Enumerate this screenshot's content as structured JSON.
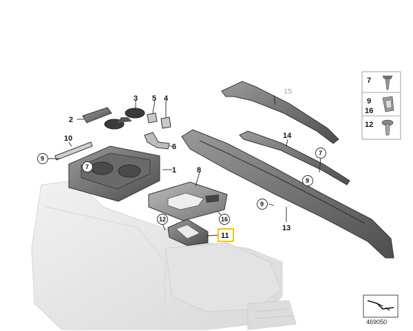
{
  "callouts": {
    "c1": "1",
    "c2": "2",
    "c3": "3",
    "c4": "4",
    "c5": "5",
    "c6": "6",
    "c8": "8",
    "c10": "10",
    "c11": "11",
    "c13": "13",
    "c14": "14",
    "c15": "15"
  },
  "circled": {
    "c7a": "7",
    "c7b": "7",
    "c9a": "9",
    "c9b": "9",
    "c9c": "9",
    "c12": "12",
    "c16": "16"
  },
  "legend": {
    "r1": "7",
    "r2a": "9",
    "r2b": "16",
    "r3": "12"
  },
  "ref_number": "469050",
  "colors": {
    "highlight": "#f2c500",
    "part_dark": "#5a5a5a",
    "part_mid": "#8a8a8a",
    "ghost": "#e9e9e9",
    "faded_label": "#c4c4c4"
  }
}
